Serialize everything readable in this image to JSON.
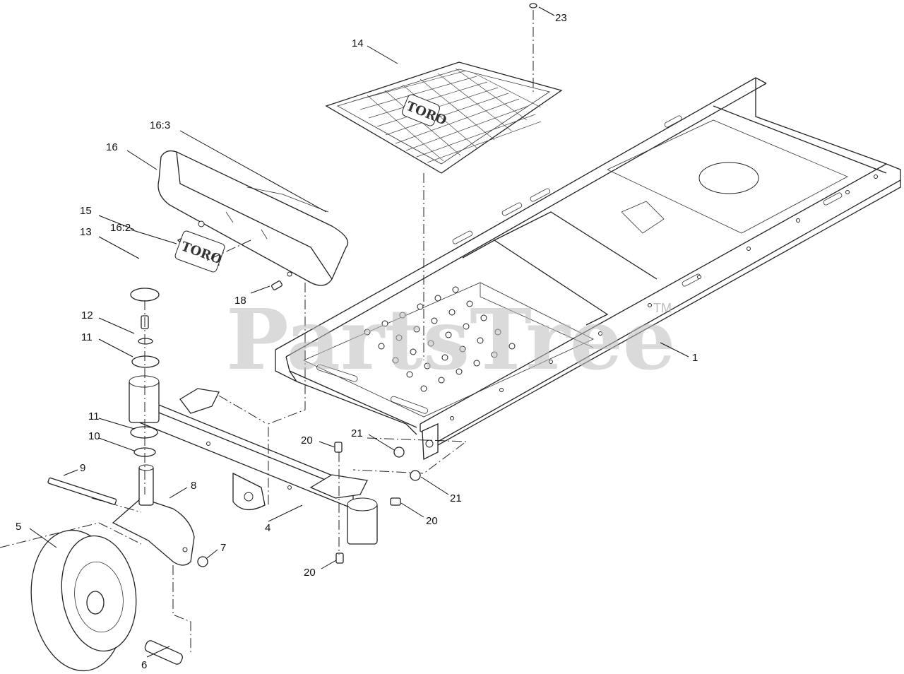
{
  "diagram": {
    "part_labels": [
      "1",
      "4",
      "5",
      "6",
      "7",
      "8",
      "9",
      "10",
      "11",
      "11",
      "12",
      "13",
      "14",
      "15",
      "16",
      "16:2",
      "16:3",
      "18",
      "20",
      "20",
      "20",
      "21",
      "21",
      "23"
    ],
    "watermark": {
      "text": "PartsTree",
      "mark": "TM"
    },
    "logo_text": "TORO"
  }
}
